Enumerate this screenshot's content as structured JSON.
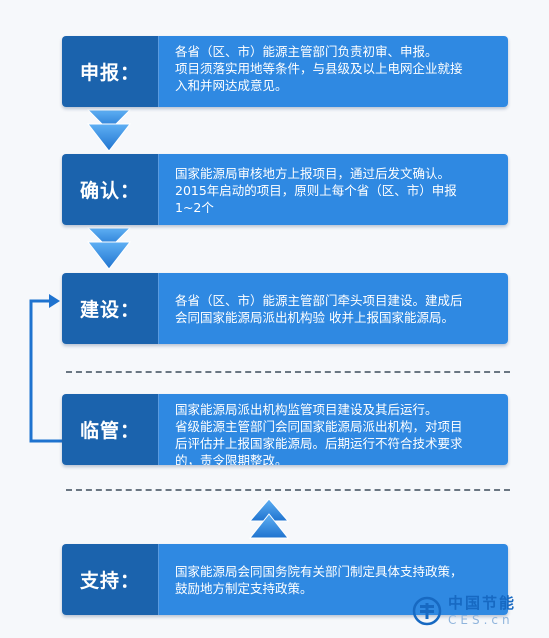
{
  "steps": [
    {
      "label": "申报：",
      "lines": [
        "各省（区、市）能源主管部门负责初审、申报。",
        "项目须落实用地等条件，与县级及以上电网企业就接",
        "入和并网达成意见。"
      ]
    },
    {
      "label": "确认：",
      "lines": [
        "国家能源局审核地方上报项目，通过后发文确认。",
        "2015年启动的项目，原则上每个省（区、市）申报",
        "1~2个"
      ]
    },
    {
      "label": "建设：",
      "lines": [
        "各省（区、市）能源主管部门牵头项目建设。建成后",
        "会同国家能源局派出机构验 收并上报国家能源局。"
      ]
    },
    {
      "label": "临管：",
      "lines": [
        "国家能源局派出机构监管项目建设及其后运行。",
        "省级能源主管部门会同国家能源局派出机构，对项目",
        "后评估并上报国家能源局。后期运行不符合技术要求",
        "的，责令限期整改。"
      ]
    },
    {
      "label": "支持：",
      "lines": [
        "国家能源局会同国务院有关部门制定具体支持政策，",
        "鼓励地方制定支持政策。"
      ]
    }
  ],
  "watermark": {
    "name": "中国节能",
    "site": "CES.cn"
  },
  "colors": {
    "label_bg": "#1b63ad",
    "desc_bg": "#2f89e2",
    "arrow": "#2a86e0",
    "loop_line": "#1f73cf"
  }
}
